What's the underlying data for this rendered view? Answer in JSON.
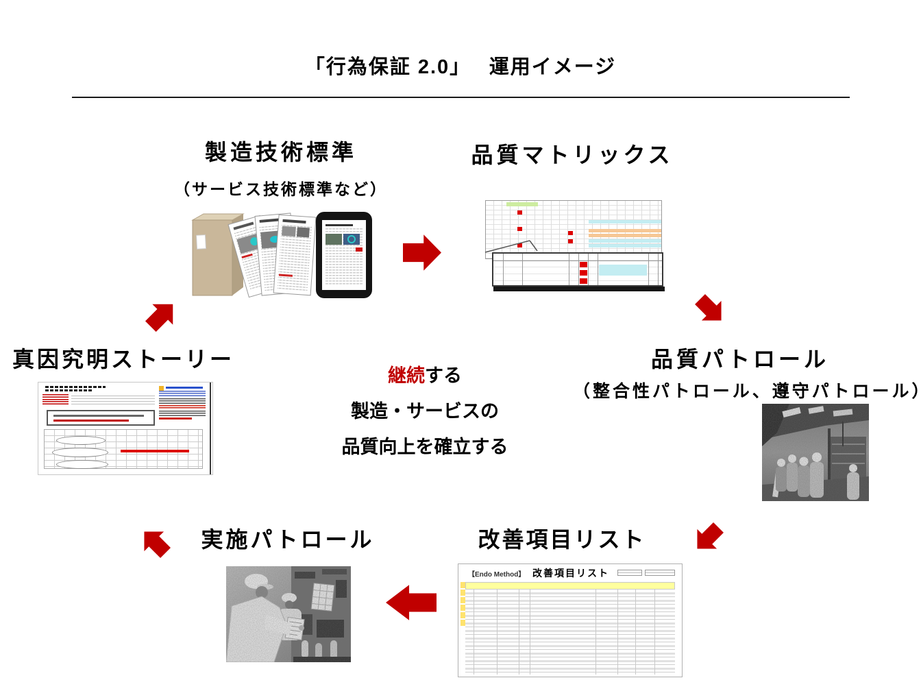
{
  "page": {
    "title": "「行為保証 2.0」　 運用イメージ"
  },
  "center_message": {
    "emphasis": "継続",
    "line1_rest": "する",
    "line2": "製造・サービスの",
    "line3": "品質向上を確立する"
  },
  "nodes": {
    "manufacturing_standards": {
      "title": "製造技術標準",
      "subtitle": "（サービス技術標準など）"
    },
    "quality_matrix": {
      "title": "品質マトリックス"
    },
    "quality_patrol": {
      "title": "品質パトロール",
      "subtitle": "（整合性パトロール、遵守パトロール）"
    },
    "improvement_list": {
      "title": "改善項目リスト",
      "sheet": {
        "method_label": "【Endo Method】",
        "sheet_title": "改善項目リスト"
      }
    },
    "implementation_patrol": {
      "title": "実施パトロール"
    },
    "root_cause_story": {
      "title": "真因究明ストーリー"
    }
  },
  "colors": {
    "arrow": "#c00000",
    "emphasis_red": "#c00000",
    "matrix_alert_red": "#dd0000",
    "matrix_highlight_cyan": "#c3edf2",
    "matrix_highlight_orange": "#f6c795",
    "list_header_yellow": "#ffff9e",
    "book_beige": "#c9b79a"
  },
  "graphics": {
    "standards_media": [
      "book-icon",
      "documents-icon",
      "tablet-icon"
    ],
    "photos": [
      "quality-patrol-photo",
      "implementation-patrol-photo"
    ],
    "arrows": [
      "arrow-standards-to-matrix",
      "arrow-matrix-to-quality-patrol",
      "arrow-quality-patrol-to-improvement-list",
      "arrow-improvement-list-to-implementation-patrol",
      "arrow-implementation-patrol-to-root-cause",
      "arrow-root-cause-to-standards"
    ]
  }
}
